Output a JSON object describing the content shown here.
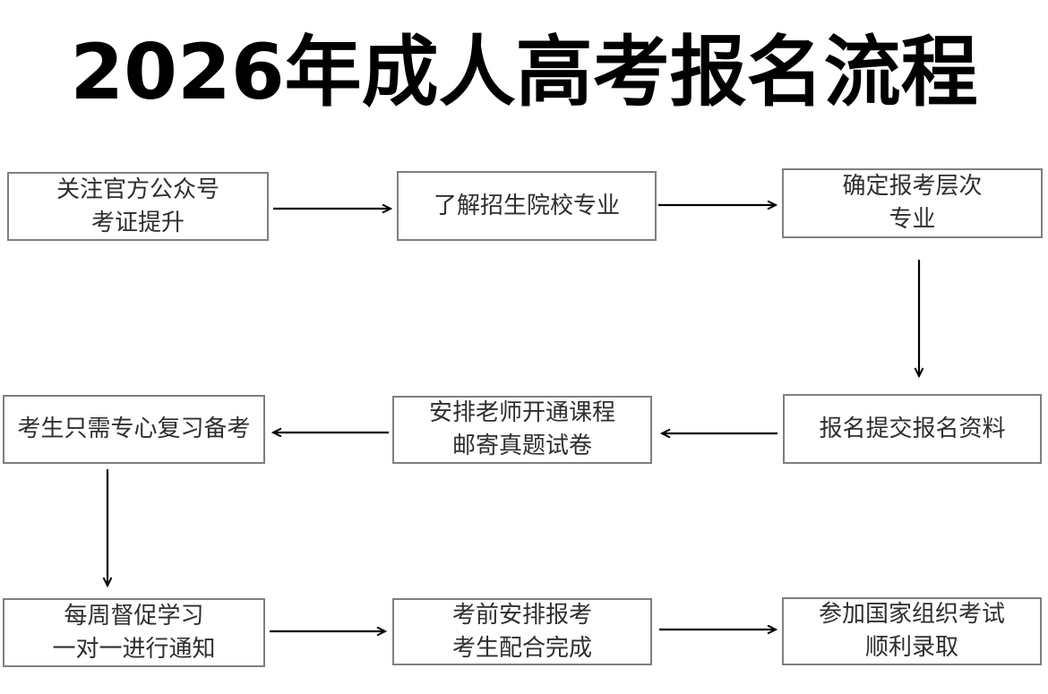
{
  "title": "2026年成人高考报名流程",
  "flow": {
    "nodes": [
      {
        "step": 1,
        "lines": [
          "关注官方公众号",
          "考证提升"
        ]
      },
      {
        "step": 2,
        "lines": [
          "了解招生院校专业"
        ]
      },
      {
        "step": 3,
        "lines": [
          "确定报考层次",
          "专业"
        ]
      },
      {
        "step": 4,
        "lines": [
          "报名提交报名资料"
        ]
      },
      {
        "step": 5,
        "lines": [
          "安排老师开通课程",
          "邮寄真题试卷"
        ]
      },
      {
        "step": 6,
        "lines": [
          "考生只需专心复习备考"
        ]
      },
      {
        "step": 7,
        "lines": [
          "每周督促学习",
          "一对一进行通知"
        ]
      },
      {
        "step": 8,
        "lines": [
          "考前安排报考",
          "考生配合完成"
        ]
      },
      {
        "step": 9,
        "lines": [
          "参加国家组织考试",
          "顺利录取"
        ]
      }
    ],
    "edges": [
      {
        "from": 1,
        "to": 2,
        "direction": "right"
      },
      {
        "from": 2,
        "to": 3,
        "direction": "right"
      },
      {
        "from": 3,
        "to": 4,
        "direction": "down"
      },
      {
        "from": 4,
        "to": 5,
        "direction": "left"
      },
      {
        "from": 5,
        "to": 6,
        "direction": "left"
      },
      {
        "from": 6,
        "to": 7,
        "direction": "down"
      },
      {
        "from": 7,
        "to": 8,
        "direction": "right"
      },
      {
        "from": 8,
        "to": 9,
        "direction": "right"
      }
    ]
  },
  "colors": {
    "background": "#ffffff",
    "title_text": "#000000",
    "box_border": "#7f7f7f",
    "box_text": "#2e2e2e",
    "arrow": "#000000"
  }
}
